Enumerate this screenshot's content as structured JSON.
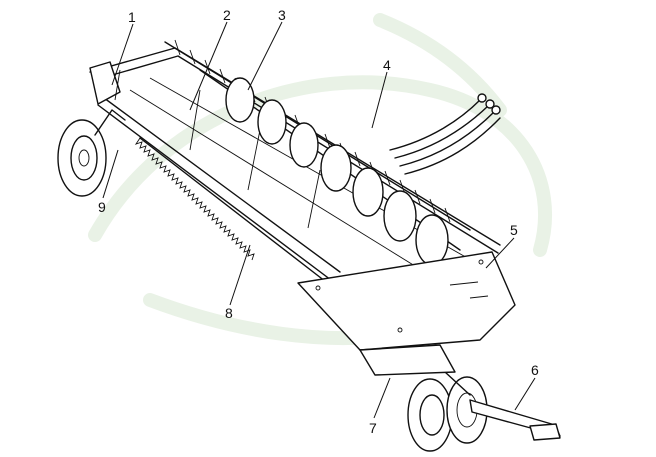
{
  "figure": {
    "callouts": [
      {
        "id": "1",
        "label": "1"
      },
      {
        "id": "2",
        "label": "2"
      },
      {
        "id": "3",
        "label": "3"
      },
      {
        "id": "4",
        "label": "4"
      },
      {
        "id": "5",
        "label": "5"
      },
      {
        "id": "6",
        "label": "6"
      },
      {
        "id": "7",
        "label": "7"
      },
      {
        "id": "8",
        "label": "8"
      },
      {
        "id": "9",
        "label": "9"
      }
    ],
    "line_color": "#111111",
    "background": "#ffffff"
  }
}
